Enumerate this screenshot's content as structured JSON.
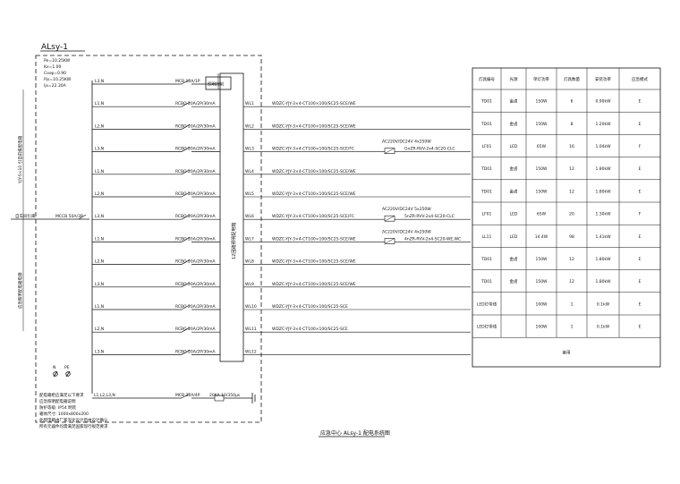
{
  "panel": {
    "name": "ALsy-1",
    "params": [
      "Pe=10.25KW",
      "Kx=1.00",
      "Cosφ=0.90",
      "Pjs=10.25KW",
      "Ijs=22.30A"
    ]
  },
  "incoming": {
    "breaker": "MCCB 50A/3P",
    "left_label": "自车间引来"
  },
  "vertical_notes": {
    "top": "YJY-5×10 引自前级配电箱",
    "bottom": "应急照明配电箱电源",
    "busbar": "12回路照明配电箱"
  },
  "control": {
    "label": "照明控制"
  },
  "circuits": [
    {
      "phase": "L3,N",
      "breaker": "MCB 10A/1P",
      "id": "",
      "cable": "",
      "note": ""
    },
    {
      "phase": "L1,N",
      "breaker": "RCBO 20A/2P/30mA",
      "id": "WL1",
      "cable": "WDZC-YJY-3×4-CT100×100/SC25-SCE/WE",
      "note": ""
    },
    {
      "phase": "L2,N",
      "breaker": "RCBO 20A/2P/30mA",
      "id": "WL2",
      "cable": "WDZC-YJY-3×4-CT100×100/SC25-SCE/WE",
      "note": ""
    },
    {
      "phase": "L3,N",
      "breaker": "RCBO 20A/2P/30mA",
      "id": "WL3",
      "cable": "WDZC-YJY-3×4-CT100×100/SC25-SCE/FC",
      "note": "AC220V/DC24V 4x250W",
      "extra": "GnZR-RVV-2x4-SC20-CLC"
    },
    {
      "phase": "L1,N",
      "breaker": "RCBO 20A/2P/30mA",
      "id": "WL4",
      "cable": "WDZC-YJY-3×4-CT100×100/SC25-SCE/WE",
      "note": ""
    },
    {
      "phase": "L2,N",
      "breaker": "RCBO 20A/2P/30mA",
      "id": "WL5",
      "cable": "WDZC-YJY-3×4-CT100×100/SC25-SCE/WE",
      "note": ""
    },
    {
      "phase": "L3,N",
      "breaker": "RCBO 20A/2P/30mA",
      "id": "WL6",
      "cable": "WDZC-YJY-3×4-CT100×100/SC25-SCE/FC",
      "note": "AC220V/DC24V 5x250W",
      "extra": "5nZR-RVV-2x4-SC20-CLC"
    },
    {
      "phase": "L1,N",
      "breaker": "RCBO 20A/2P/30mA",
      "id": "WL7",
      "cable": "WDZC-YJY-3×4-CT100×100/SC25-SCE/WE",
      "note": "AC220V/DC24V 4x250W",
      "extra": "4nZR-RVV-2x4-SC20-WE,WC"
    },
    {
      "phase": "L2,N",
      "breaker": "RCBO 20A/2P/30mA",
      "id": "WL8",
      "cable": "WDZC-YJY-3×4-CT100×100/SC25-SCE/WE",
      "note": ""
    },
    {
      "phase": "L3,N",
      "breaker": "RCBO 20A/2P/30mA",
      "id": "WL9",
      "cable": "WDZC-YJY-3×4-CT100×100/SC25-SCE/WE",
      "note": ""
    },
    {
      "phase": "L1,N",
      "breaker": "RCBO 20A/2P/30mA",
      "id": "WL10",
      "cable": "WDZC-YJY-3×4-CT100×100/SC25-SCE",
      "note": ""
    },
    {
      "phase": "L2,N",
      "breaker": "RCBO 20A/2P/30mA",
      "id": "WL11",
      "cable": "WDZC-YJY-3×4-CT100×100/SC25-SCE",
      "note": ""
    },
    {
      "phase": "L3,N",
      "breaker": "RCBO 20A/2P/30mA",
      "id": "WL12",
      "cable": "",
      "note": ""
    }
  ],
  "spare_circuit": {
    "phase": "L1,L2,L3,N",
    "breaker": "MCB 32A/4P",
    "spd": "20KA 10/350μs"
  },
  "table": {
    "headers": [
      "灯具编号",
      "光源",
      "单灯功率",
      "灯具数量",
      "安装功率",
      "应急模式"
    ],
    "rows": [
      [
        "TD01",
        "金卤",
        "150W",
        "6",
        "0.90kW",
        "E"
      ],
      [
        "TD01",
        "金卤",
        "150W",
        "8",
        "1.20kW",
        "E"
      ],
      [
        "LF01",
        "LED",
        "65W",
        "16",
        "1.04kW",
        "F"
      ],
      [
        "TD01",
        "金卤",
        "150W",
        "12",
        "1.80kW",
        "E"
      ],
      [
        "TD01",
        "金卤",
        "150W",
        "12",
        "1.80kW",
        "E"
      ],
      [
        "LF01",
        "LED",
        "65W",
        "20",
        "1.30kW",
        "F"
      ],
      [
        "LL11",
        "LED",
        "14.4W",
        "98",
        "1.41kW",
        "E"
      ],
      [
        "TD01",
        "金卤",
        "150W",
        "12",
        "1.80kW",
        "E"
      ],
      [
        "TD01",
        "金卤",
        "150W",
        "12",
        "1.80kW",
        "E"
      ],
      [
        "LED灯带线",
        "",
        "100W",
        "1",
        "0.1kW",
        "E"
      ],
      [
        "LED灯带线",
        "",
        "100W",
        "1",
        "0.1kW",
        "E"
      ]
    ],
    "spare": "备用"
  },
  "notes": [
    "配电箱柜应满足以下要求",
    "应急照明配电箱说明",
    "防护等级: IP54 明装",
    "箱体尺寸: 1000x800x200",
    "此配电箱由厂家深化设计后由设计确认",
    "所有元器件均需满足国家现行规范要求"
  ],
  "terminals": {
    "n": "N",
    "pe": "PE"
  },
  "footer": {
    "title": "应急中心 ALsy-1 配电系统图"
  }
}
